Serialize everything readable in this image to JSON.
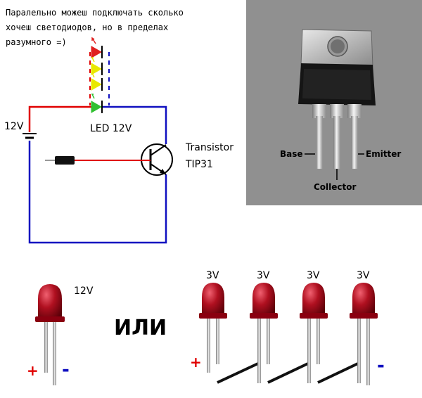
{
  "note": {
    "line1": "Паралельно можеш подключать сколько",
    "line2": "хочеш светодиодов, но в пределах",
    "line3": "разумного =)"
  },
  "circuit": {
    "supply_label": "12V",
    "led_label": "LED 12V",
    "transistor_label_line1": "Transistor",
    "transistor_label_line2": "TIP31",
    "led_colors": [
      "#e02020",
      "#e8e800",
      "#30c030"
    ],
    "wire_positive_color": "#e00000",
    "wire_negative_color": "#1010c0"
  },
  "photo": {
    "base_label": "Base",
    "emitter_label": "Emitter",
    "collector_label": "Collector"
  },
  "bottom": {
    "single_led_voltage": "12V",
    "or_word": "ИЛИ",
    "series_voltages": [
      "3V",
      "3V",
      "3V",
      "3V"
    ],
    "plus_sign": "+",
    "minus_sign": "-",
    "plus_color": "#e00000",
    "minus_color": "#1010c0",
    "led_body_color": "#b01020"
  }
}
